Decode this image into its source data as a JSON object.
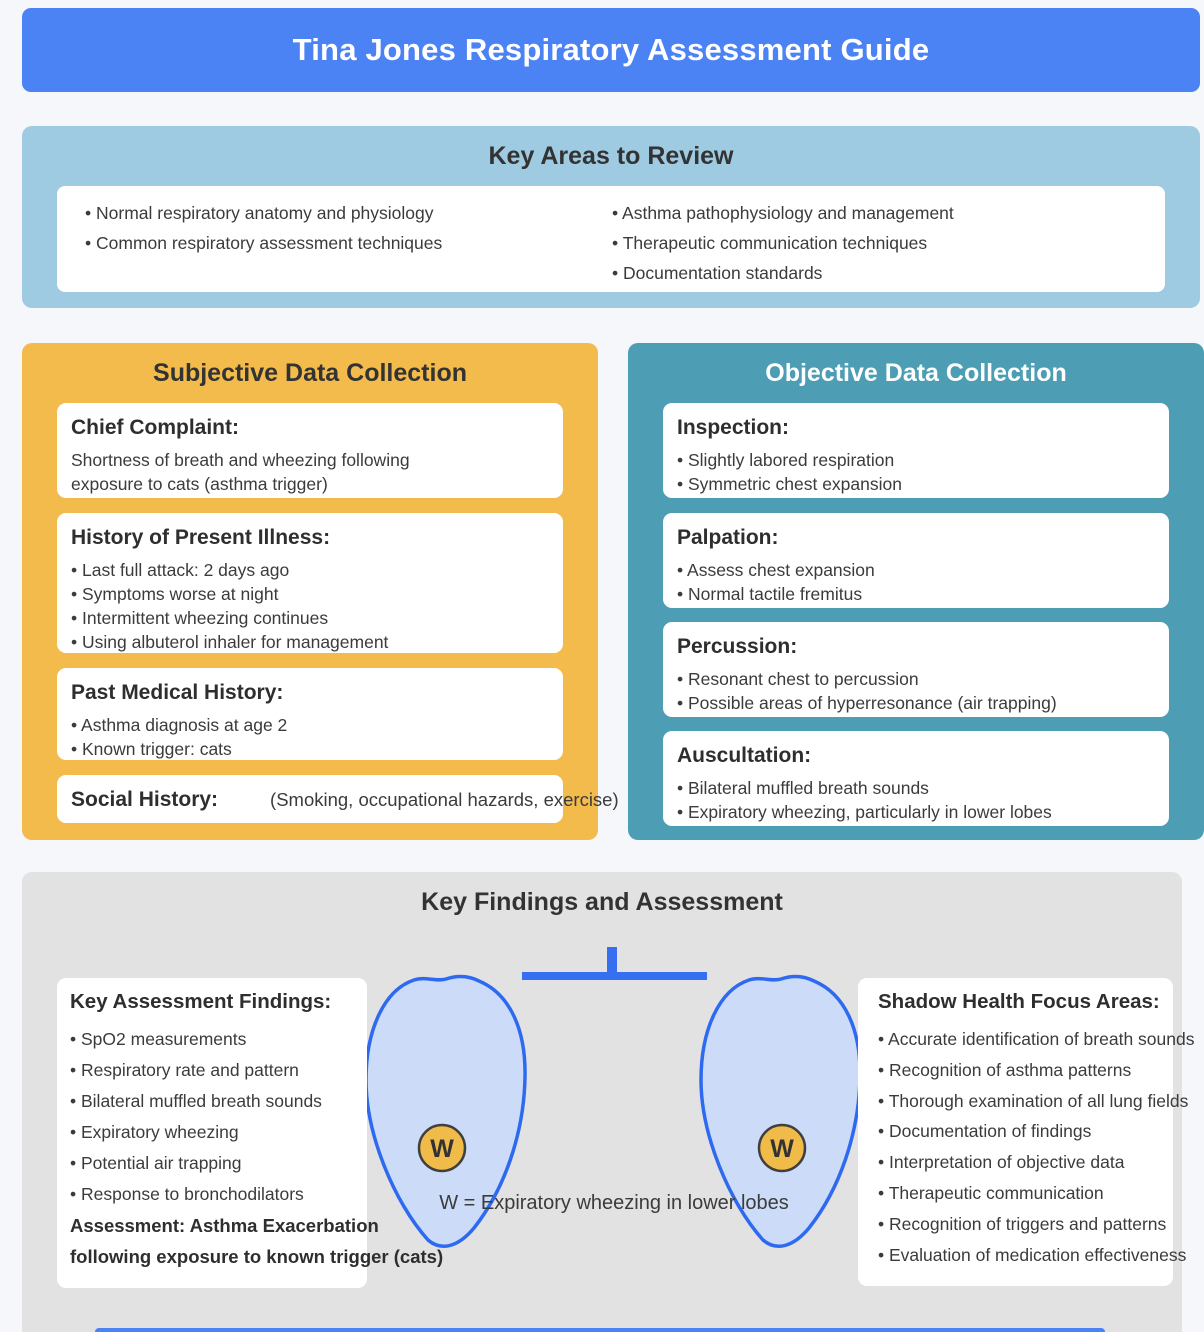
{
  "title": "Tina Jones Respiratory Assessment Guide",
  "key_areas": {
    "title": "Key Areas to Review",
    "col1": [
      "Normal respiratory anatomy and physiology",
      "Common respiratory assessment techniques"
    ],
    "col2": [
      "Asthma pathophysiology and management",
      "Therapeutic communication techniques",
      "Documentation standards"
    ]
  },
  "subjective": {
    "title": "Subjective Data Collection",
    "cards": [
      {
        "heading": "Chief Complaint:",
        "body": "Shortness of breath and wheezing following exposure to cats (asthma trigger)"
      },
      {
        "heading": "History of Present Illness:",
        "bullets": [
          "Last full attack: 2 days ago",
          "Symptoms worse at night",
          "Intermittent wheezing continues",
          "Using albuterol inhaler for management"
        ]
      },
      {
        "heading": "Past Medical History:",
        "bullets": [
          "Asthma diagnosis at age 2",
          "Known trigger: cats"
        ]
      },
      {
        "heading": "Social History:",
        "note": "(Smoking, occupational hazards, exercise)"
      }
    ]
  },
  "objective": {
    "title": "Objective Data Collection",
    "cards": [
      {
        "heading": "Inspection:",
        "bullets": [
          "Slightly labored respiration",
          "Symmetric chest expansion"
        ]
      },
      {
        "heading": "Palpation:",
        "bullets": [
          "Assess chest expansion",
          "Normal tactile fremitus"
        ]
      },
      {
        "heading": "Percussion:",
        "bullets": [
          "Resonant chest to percussion",
          "Possible areas of hyperresonance (air trapping)"
        ]
      },
      {
        "heading": "Auscultation:",
        "bullets": [
          "Bilateral muffled breath sounds",
          "Expiratory wheezing, particularly in lower lobes"
        ]
      }
    ]
  },
  "findings": {
    "title": "Key Findings and Assessment",
    "left_card": {
      "heading": "Key Assessment Findings:",
      "bullets": [
        "SpO2 measurements",
        "Respiratory rate and pattern",
        "Bilateral muffled breath sounds",
        "Expiratory wheezing",
        "Potential air trapping",
        "Response to bronchodilators"
      ],
      "assessment_line1": "Assessment: Asthma Exacerbation",
      "assessment_line2": "following exposure to known trigger (cats)"
    },
    "right_card": {
      "heading": "Shadow Health Focus Areas:",
      "bullets": [
        "Accurate identification of breath sounds",
        "Recognition of asthma patterns",
        "Thorough examination of all lung fields",
        "Documentation of findings",
        "Interpretation of objective data",
        "Therapeutic communication",
        "Recognition of triggers and patterns",
        "Evaluation of medication effectiveness"
      ]
    },
    "lung_marker": "W",
    "caption": "W = Expiratory wheezing in lower lobes"
  },
  "colors": {
    "header_blue": "#4b82f4",
    "panel_lightblue": "#9ecbe2",
    "panel_yellow": "#f2bb4c",
    "panel_teal": "#4d9eb4",
    "panel_gray": "#e2e2e2",
    "lung_fill": "#ccdcf8",
    "lung_stroke": "#2e6af0",
    "marker_yellow": "#f0bb49",
    "text_dark": "#333333"
  }
}
